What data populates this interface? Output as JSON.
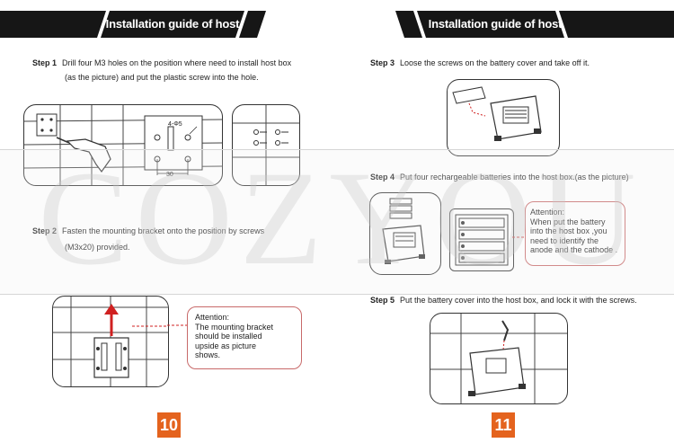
{
  "left_page": {
    "header_title": "Installation guide of host box",
    "step1": {
      "label": "Step 1",
      "line1": "Drill four M3 holes on the position where need to install host box",
      "line2": "(as the picture) and put the plastic screw into the hole.",
      "dim_top": "4-Φ5",
      "dim_bottom": "30"
    },
    "step2": {
      "label": "Step 2",
      "line1": "Fasten the mounting bracket onto the position by screws",
      "line2": "(M3x20) provided."
    },
    "attention": {
      "title": "Attention:",
      "lines": [
        "The mounting bracket",
        "should be installed",
        "upside as picture",
        "shows."
      ]
    },
    "page_number": "10"
  },
  "right_page": {
    "header_title": "Installation guide of host box",
    "step3": {
      "label": "Step 3",
      "text": "Loose the screws on the battery cover and take off it."
    },
    "step4": {
      "label": "Step 4",
      "text": "Put four rechargeable batteries into the host box.(as the picture)"
    },
    "attention": {
      "title": "Attention:",
      "lines": [
        "When put the battery",
        "into the host box ,you",
        "need to identify the",
        "anode and the cathode ."
      ]
    },
    "step5": {
      "label": "Step 5",
      "text": "Put the battery cover into the host box, and lock it with the screws."
    },
    "page_number": "11"
  },
  "watermark": "COZYOU",
  "colors": {
    "header_bg": "#161616",
    "page_number_bg": "#e4631e",
    "attention_border": "#c86a6a",
    "arrow_red": "#d02020"
  }
}
